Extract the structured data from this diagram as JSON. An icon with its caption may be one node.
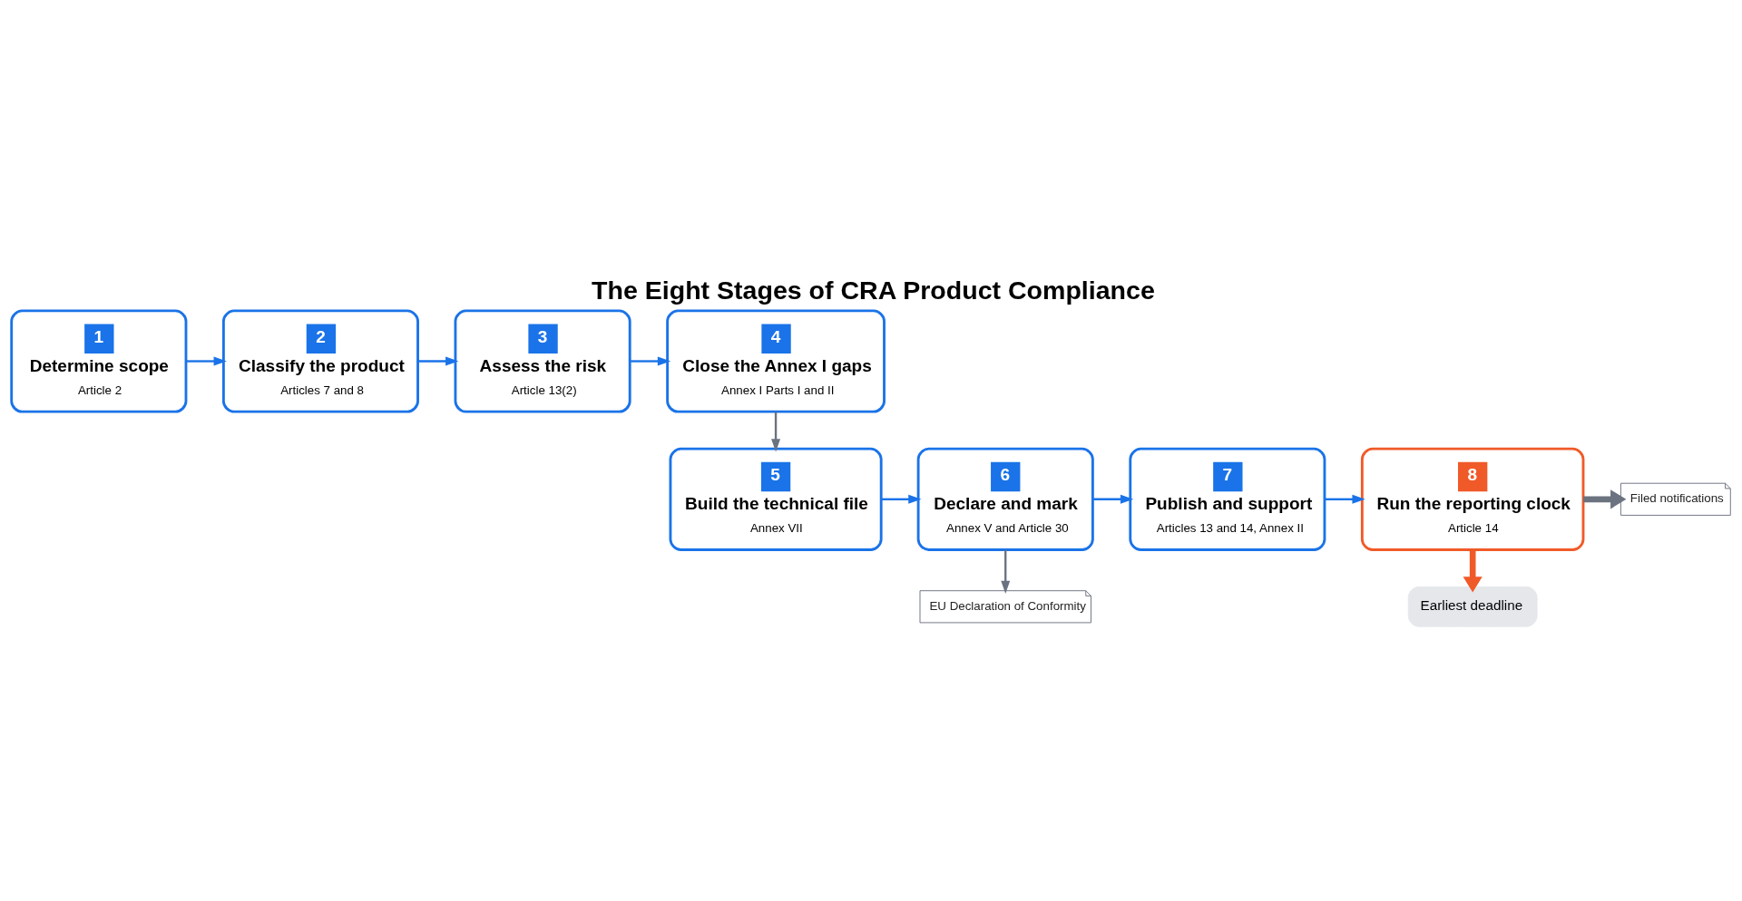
{
  "diagram": {
    "title": "The Eight Stages of CRA Product Compliance",
    "nodes": [
      {
        "text": [
          "1",
          "Determine scope",
          "Article 2"
        ]
      },
      {
        "text": [
          "2",
          "Classify the product",
          "Articles 7 and 8"
        ]
      },
      {
        "text": [
          "3",
          "Assess the risk",
          "Article 13(2)"
        ]
      },
      {
        "text": [
          "4",
          "Close the Annex I gaps",
          "Annex I Parts I and II"
        ]
      },
      {
        "text": [
          "5",
          "Build the technical file",
          "Annex VII"
        ]
      },
      {
        "text": [
          "6",
          "Declare and mark",
          "Annex V and Article 30"
        ]
      },
      {
        "text": [
          "7",
          "Publish and support",
          "Articles 13 and 14, Annex II"
        ]
      },
      {
        "text": [
          "8",
          "Run the reporting clock",
          "Article 14"
        ]
      },
      {
        "text": [
          "EU Declaration of Conformity"
        ]
      },
      {
        "text": [
          "Filed notifications"
        ]
      },
      {
        "text": [
          "Earliest deadline"
        ]
      }
    ],
    "edges": [
      {
        "from": 0,
        "to": 1,
        "arrow": "to"
      },
      {
        "from": 1,
        "to": 2,
        "arrow": "to"
      },
      {
        "from": 2,
        "to": 3,
        "arrow": "to"
      },
      {
        "from": 3,
        "to": 4,
        "arrow": "to",
        "color": "#6b7280"
      },
      {
        "from": 4,
        "to": 5,
        "arrow": "to"
      },
      {
        "from": 5,
        "to": 6,
        "arrow": "to"
      },
      {
        "from": 6,
        "to": 7,
        "arrow": "to"
      },
      {
        "from": 5,
        "to": 8,
        "arrow": "to",
        "color": "#6b7280"
      },
      {
        "from": 7,
        "to": 9,
        "arrow": "to",
        "style": "thick",
        "color": "#6b7280"
      },
      {
        "from": 7,
        "to": 10,
        "arrow": "to",
        "style": "thick",
        "color": "#f05a28"
      }
    ]
  }
}
